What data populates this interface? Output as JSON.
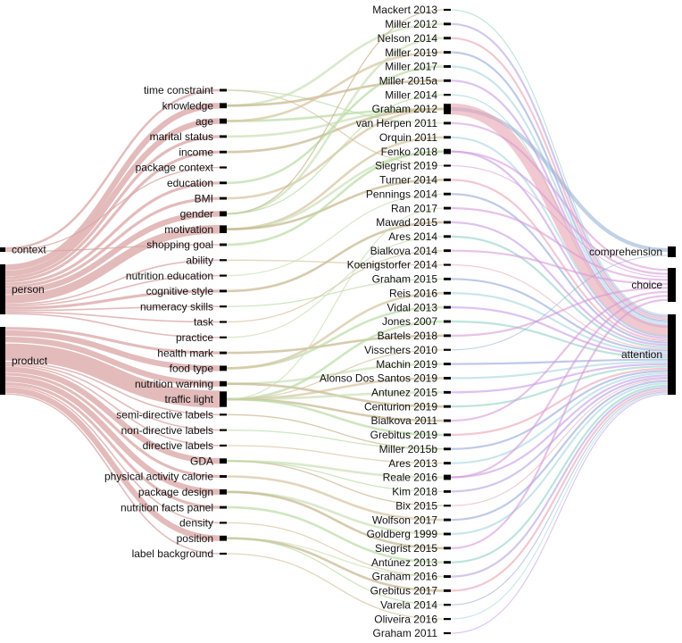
{
  "diagram": {
    "type": "sankey",
    "columns": {
      "level1": [
        {
          "id": "context",
          "label": "context"
        },
        {
          "id": "person",
          "label": "person"
        },
        {
          "id": "product",
          "label": "product"
        }
      ],
      "factors": [
        {
          "id": "time constraint",
          "label": "time constraint"
        },
        {
          "id": "knowledge",
          "label": "knowledge"
        },
        {
          "id": "age",
          "label": "age"
        },
        {
          "id": "marital status",
          "label": "marital status"
        },
        {
          "id": "income",
          "label": "income"
        },
        {
          "id": "package context",
          "label": "package context"
        },
        {
          "id": "education",
          "label": "education"
        },
        {
          "id": "BMI",
          "label": "BMI"
        },
        {
          "id": "gender",
          "label": "gender"
        },
        {
          "id": "motivation",
          "label": "motivation"
        },
        {
          "id": "shopping goal",
          "label": "shopping goal"
        },
        {
          "id": "ability",
          "label": "ability"
        },
        {
          "id": "nutrition education",
          "label": "nutrition education"
        },
        {
          "id": "cognitive style",
          "label": "cognitive style"
        },
        {
          "id": "numeracy skills",
          "label": "numeracy skills"
        },
        {
          "id": "task",
          "label": "task"
        },
        {
          "id": "practice",
          "label": "practice"
        },
        {
          "id": "health mark",
          "label": "health mark"
        },
        {
          "id": "food type",
          "label": "food type"
        },
        {
          "id": "nutrition warning",
          "label": "nutrition warning"
        },
        {
          "id": "traffic light",
          "label": "traffic light"
        },
        {
          "id": "semi-directive labels",
          "label": "semi-directive labels"
        },
        {
          "id": "non-directive labels",
          "label": "non-directive labels"
        },
        {
          "id": "directive labels",
          "label": "directive labels"
        },
        {
          "id": "GDA",
          "label": "GDA"
        },
        {
          "id": "physical activity calorie",
          "label": "physical activity calorie"
        },
        {
          "id": "package design",
          "label": "package design"
        },
        {
          "id": "nutrition facts panel",
          "label": "nutrition facts panel"
        },
        {
          "id": "density",
          "label": "density"
        },
        {
          "id": "position",
          "label": "position"
        },
        {
          "id": "label background",
          "label": "label background"
        }
      ],
      "studies": [
        {
          "id": "Mackert 2013",
          "label": "Mackert 2013"
        },
        {
          "id": "Miller 2012",
          "label": "Miller 2012"
        },
        {
          "id": "Nelson 2014",
          "label": "Nelson 2014"
        },
        {
          "id": "Miller 2019",
          "label": "Miller 2019"
        },
        {
          "id": "Miller 2017",
          "label": "Miller 2017"
        },
        {
          "id": "Miller 2015a",
          "label": "Miller 2015a"
        },
        {
          "id": "Miller 2014",
          "label": "Miller 2014"
        },
        {
          "id": "Graham 2012",
          "label": "Graham 2012"
        },
        {
          "id": "van Herpen 2011",
          "label": "van Herpen 2011"
        },
        {
          "id": "Orquin 2011",
          "label": "Orquin 2011"
        },
        {
          "id": "Fenko 2018",
          "label": "Fenko 2018"
        },
        {
          "id": "Siegrist 2019",
          "label": "Siegrist 2019"
        },
        {
          "id": "Turner 2014",
          "label": "Turner 2014"
        },
        {
          "id": "Pennings 2014",
          "label": "Pennings 2014"
        },
        {
          "id": "Ran 2017",
          "label": "Ran 2017"
        },
        {
          "id": "Mawad 2015",
          "label": "Mawad 2015"
        },
        {
          "id": "Ares 2014",
          "label": "Ares 2014"
        },
        {
          "id": "Bialkova 2014",
          "label": "Bialkova 2014"
        },
        {
          "id": "Koenigstorfer 2014",
          "label": "Koenigstorfer 2014"
        },
        {
          "id": "Graham 2015",
          "label": "Graham 2015"
        },
        {
          "id": "Reis 2016",
          "label": "Reis 2016"
        },
        {
          "id": "Vidal 2013",
          "label": "Vidal 2013"
        },
        {
          "id": "Jones 2007",
          "label": "Jones 2007"
        },
        {
          "id": "Bartels 2018",
          "label": "Bartels 2018"
        },
        {
          "id": "Visschers 2010",
          "label": "Visschers 2010"
        },
        {
          "id": "Machin 2019",
          "label": "Machin 2019"
        },
        {
          "id": "Alonso Dos Santos 2019",
          "label": "Alonso Dos Santos 2019"
        },
        {
          "id": "Antunez 2015",
          "label": "Antunez 2015"
        },
        {
          "id": "Centurion 2019",
          "label": "Centurion 2019"
        },
        {
          "id": "Bialkova 2011",
          "label": "Bialkova 2011"
        },
        {
          "id": "Grebitus 2019",
          "label": "Grebitus 2019"
        },
        {
          "id": "Miller 2015b",
          "label": "Miller 2015b"
        },
        {
          "id": "Ares 2013",
          "label": "Ares 2013"
        },
        {
          "id": "Reale 2016",
          "label": "Reale 2016"
        },
        {
          "id": "Kim 2018",
          "label": "Kim 2018"
        },
        {
          "id": "Bix 2015",
          "label": "Bix 2015"
        },
        {
          "id": "Wolfson 2017",
          "label": "Wolfson 2017"
        },
        {
          "id": "Goldberg 1999",
          "label": "Goldberg 1999"
        },
        {
          "id": "Siegrist 2015",
          "label": "Siegrist 2015"
        },
        {
          "id": "Antúnez 2013",
          "label": "Antúnez 2013"
        },
        {
          "id": "Graham 2016",
          "label": "Graham 2016"
        },
        {
          "id": "Grebitus 2017",
          "label": "Grebitus 2017"
        },
        {
          "id": "Varela 2014",
          "label": "Varela 2014"
        },
        {
          "id": "Oliveira 2016",
          "label": "Oliveira 2016"
        },
        {
          "id": "Graham 2011",
          "label": "Graham 2011"
        }
      ],
      "outcomes": [
        {
          "id": "comprehension",
          "label": "comprehension"
        },
        {
          "id": "choice",
          "label": "choice"
        },
        {
          "id": "attention",
          "label": "attention"
        }
      ]
    },
    "node_values": {
      "context": 2,
      "person": 20,
      "product": 27,
      "time constraint": 1,
      "knowledge": 2,
      "age": 2,
      "marital status": 1,
      "income": 1,
      "package context": 0.5,
      "education": 1,
      "BMI": 1,
      "gender": 2,
      "motivation": 3,
      "shopping goal": 1,
      "ability": 0.5,
      "nutrition education": 0.5,
      "cognitive style": 1,
      "numeracy skills": 0.5,
      "task": 0.5,
      "practice": 0.5,
      "health mark": 1,
      "food type": 2,
      "nutrition warning": 2,
      "traffic light": 6,
      "semi-directive labels": 0.5,
      "non-directive labels": 0.5,
      "directive labels": 0.5,
      "GDA": 2,
      "physical activity calorie": 1,
      "package design": 2,
      "nutrition facts panel": 1,
      "density": 0.5,
      "position": 2,
      "label background": 0.5,
      "Mackert 2013": 0.5,
      "Miller 2012": 1,
      "Nelson 2014": 1,
      "Miller 2019": 1,
      "Miller 2017": 1,
      "Miller 2015a": 1,
      "Miller 2014": 0.5,
      "Graham 2012": 4,
      "van Herpen 2011": 1,
      "Orquin 2011": 1,
      "Fenko 2018": 2,
      "Siegrist 2019": 0.5,
      "Turner 2014": 1,
      "Pennings 2014": 1,
      "Ran 2017": 1,
      "Mawad 2015": 1,
      "Ares 2014": 1,
      "Bialkova 2014": 1,
      "Koenigstorfer 2014": 0.5,
      "Graham 2015": 1,
      "Reis 2016": 1,
      "Vidal 2013": 1,
      "Jones 2007": 1,
      "Bartels 2018": 1,
      "Visschers 2010": 0.5,
      "Machin 2019": 1,
      "Alonso Dos Santos 2019": 1,
      "Antunez 2015": 1,
      "Centurion 2019": 1,
      "Bialkova 2011": 1,
      "Grebitus 2019": 1,
      "Miller 2015b": 1,
      "Ares 2013": 1,
      "Reale 2016": 2,
      "Kim 2018": 1,
      "Bix 2015": 0.5,
      "Wolfson 2017": 1,
      "Goldberg 1999": 1,
      "Siegrist 2015": 1,
      "Antúnez 2013": 1,
      "Graham 2016": 1,
      "Grebitus 2017": 1,
      "Varela 2014": 0.5,
      "Oliveira 2016": 0.5,
      "Graham 2011": 0.5,
      "comprehension": 2,
      "choice": 6,
      "attention": 14
    },
    "links_level1_to_factor": [
      [
        "context",
        "time constraint",
        1
      ],
      [
        "context",
        "package context",
        0.5
      ],
      [
        "context",
        "shopping goal",
        0.5
      ],
      [
        "person",
        "knowledge",
        2
      ],
      [
        "person",
        "age",
        2
      ],
      [
        "person",
        "marital status",
        1
      ],
      [
        "person",
        "income",
        1
      ],
      [
        "person",
        "education",
        1
      ],
      [
        "person",
        "BMI",
        1
      ],
      [
        "person",
        "gender",
        2
      ],
      [
        "person",
        "motivation",
        3
      ],
      [
        "person",
        "ability",
        0.5
      ],
      [
        "person",
        "nutrition education",
        0.5
      ],
      [
        "person",
        "cognitive style",
        1
      ],
      [
        "person",
        "numeracy skills",
        0.5
      ],
      [
        "person",
        "task",
        0.5
      ],
      [
        "person",
        "practice",
        0.5
      ],
      [
        "product",
        "health mark",
        1
      ],
      [
        "product",
        "food type",
        2
      ],
      [
        "product",
        "nutrition warning",
        2
      ],
      [
        "product",
        "traffic light",
        6
      ],
      [
        "product",
        "semi-directive labels",
        0.5
      ],
      [
        "product",
        "non-directive labels",
        0.5
      ],
      [
        "product",
        "directive labels",
        0.5
      ],
      [
        "product",
        "GDA",
        2
      ],
      [
        "product",
        "physical activity calorie",
        1
      ],
      [
        "product",
        "package design",
        2
      ],
      [
        "product",
        "nutrition facts panel",
        1
      ],
      [
        "product",
        "density",
        0.5
      ],
      [
        "product",
        "position",
        2
      ],
      [
        "product",
        "label background",
        0.5
      ]
    ],
    "links_factor_to_study": [
      [
        "time constraint",
        "van Herpen 2011",
        0.5
      ],
      [
        "time constraint",
        "Siegrist 2019",
        0.5
      ],
      [
        "knowledge",
        "Miller 2012",
        1
      ],
      [
        "knowledge",
        "Miller 2015a",
        1
      ],
      [
        "age",
        "Graham 2012",
        1
      ],
      [
        "age",
        "Miller 2019",
        1
      ],
      [
        "marital status",
        "Graham 2012",
        1
      ],
      [
        "income",
        "Graham 2012",
        1
      ],
      [
        "education",
        "Miller 2017",
        1
      ],
      [
        "BMI",
        "Graham 2012",
        1
      ],
      [
        "gender",
        "Nelson 2014",
        1
      ],
      [
        "gender",
        "Mackert 2013",
        0.5
      ],
      [
        "gender",
        "Miller 2014",
        0.5
      ],
      [
        "motivation",
        "Orquin 2011",
        1
      ],
      [
        "motivation",
        "Fenko 2018",
        1
      ],
      [
        "motivation",
        "Turner 2014",
        1
      ],
      [
        "shopping goal",
        "Fenko 2018",
        1
      ],
      [
        "ability",
        "Koenigstorfer 2014",
        0.5
      ],
      [
        "nutrition education",
        "Pennings 2014",
        0.5
      ],
      [
        "cognitive style",
        "Mawad 2015",
        1
      ],
      [
        "numeracy skills",
        "Graham 2015",
        0.5
      ],
      [
        "task",
        "Bialkova 2014",
        0.5
      ],
      [
        "practice",
        "Ares 2014",
        0.5
      ],
      [
        "health mark",
        "Bartels 2018",
        1
      ],
      [
        "food type",
        "Vidal 2013",
        1
      ],
      [
        "food type",
        "Reis 2016",
        1
      ],
      [
        "nutrition warning",
        "Machin 2019",
        1
      ],
      [
        "nutrition warning",
        "Centurion 2019",
        1
      ],
      [
        "traffic light",
        "Jones 2007",
        1
      ],
      [
        "traffic light",
        "Alonso Dos Santos 2019",
        1
      ],
      [
        "traffic light",
        "Antunez 2015",
        1
      ],
      [
        "traffic light",
        "Bialkova 2011",
        1
      ],
      [
        "traffic light",
        "Grebitus 2019",
        1
      ],
      [
        "traffic light",
        "Visschers 2010",
        0.5
      ],
      [
        "traffic light",
        "Ran 2017",
        0.5
      ],
      [
        "semi-directive labels",
        "Miller 2015b",
        0.5
      ],
      [
        "non-directive labels",
        "Miller 2015b",
        0.5
      ],
      [
        "directive labels",
        "Ares 2013",
        0.5
      ],
      [
        "GDA",
        "Reale 2016",
        1
      ],
      [
        "GDA",
        "Bix 2015",
        0.5
      ],
      [
        "GDA",
        "Kim 2018",
        0.5
      ],
      [
        "physical activity calorie",
        "Wolfson 2017",
        1
      ],
      [
        "package design",
        "Goldberg 1999",
        1
      ],
      [
        "package design",
        "Siegrist 2015",
        1
      ],
      [
        "nutrition facts panel",
        "Antúnez 2013",
        1
      ],
      [
        "density",
        "Graham 2016",
        0.5
      ],
      [
        "position",
        "Graham 2016",
        0.5
      ],
      [
        "position",
        "Grebitus 2017",
        1
      ],
      [
        "position",
        "Varela 2014",
        0.5
      ],
      [
        "label background",
        "Oliveira 2016",
        0.5
      ]
    ],
    "links_study_to_outcome": [
      [
        "Mackert 2013",
        "attention",
        0.5
      ],
      [
        "Miller 2012",
        "attention",
        1
      ],
      [
        "Nelson 2014",
        "attention",
        1
      ],
      [
        "Miller 2019",
        "attention",
        1
      ],
      [
        "Miller 2017",
        "attention",
        1
      ],
      [
        "Miller 2015a",
        "attention",
        1
      ],
      [
        "Miller 2014",
        "attention",
        0.5
      ],
      [
        "Graham 2012",
        "comprehension",
        1
      ],
      [
        "Graham 2012",
        "attention",
        3
      ],
      [
        "van Herpen 2011",
        "choice",
        1
      ],
      [
        "Orquin 2011",
        "attention",
        1
      ],
      [
        "Fenko 2018",
        "attention",
        1
      ],
      [
        "Fenko 2018",
        "choice",
        1
      ],
      [
        "Siegrist 2019",
        "choice",
        0.5
      ],
      [
        "Turner 2014",
        "attention",
        1
      ],
      [
        "Pennings 2014",
        "attention",
        1
      ],
      [
        "Ran 2017",
        "choice",
        1
      ],
      [
        "Mawad 2015",
        "attention",
        1
      ],
      [
        "Ares 2014",
        "attention",
        1
      ],
      [
        "Bialkova 2014",
        "choice",
        1
      ],
      [
        "Koenigstorfer 2014",
        "attention",
        0.5
      ],
      [
        "Graham 2015",
        "attention",
        1
      ],
      [
        "Reis 2016",
        "attention",
        1
      ],
      [
        "Vidal 2013",
        "attention",
        1
      ],
      [
        "Jones 2007",
        "attention",
        1
      ],
      [
        "Bartels 2018",
        "choice",
        1
      ],
      [
        "Visschers 2010",
        "comprehension",
        0.5
      ],
      [
        "Machin 2019",
        "attention",
        1
      ],
      [
        "Alonso Dos Santos 2019",
        "attention",
        1
      ],
      [
        "Antunez 2015",
        "attention",
        1
      ],
      [
        "Centurion 2019",
        "attention",
        1
      ],
      [
        "Bialkova 2011",
        "choice",
        1
      ],
      [
        "Grebitus 2019",
        "attention",
        1
      ],
      [
        "Miller 2015b",
        "attention",
        1
      ],
      [
        "Ares 2013",
        "attention",
        1
      ],
      [
        "Reale 2016",
        "attention",
        1
      ],
      [
        "Reale 2016",
        "choice",
        1
      ],
      [
        "Kim 2018",
        "attention",
        1
      ],
      [
        "Bix 2015",
        "attention",
        0.5
      ],
      [
        "Wolfson 2017",
        "attention",
        1
      ],
      [
        "Goldberg 1999",
        "attention",
        1
      ],
      [
        "Siegrist 2015",
        "choice",
        1
      ],
      [
        "Antúnez 2013",
        "attention",
        1
      ],
      [
        "Graham 2016",
        "attention",
        1
      ],
      [
        "Grebitus 2017",
        "attention",
        1
      ],
      [
        "Varela 2014",
        "attention",
        0.5
      ],
      [
        "Oliveira 2016",
        "attention",
        0.5
      ],
      [
        "Graham 2011",
        "attention",
        0.5
      ]
    ],
    "colors": {
      "context": "#d9a4a4",
      "person": "#d9a4a4",
      "product": "#d9a4a4",
      "factor_links": [
        "#b9dba5",
        "#d6c39e",
        "#cbe0b6",
        "#c6b58c"
      ],
      "comprehension": "#9bb2d4",
      "choice": "#d79ad8",
      "attention_palette": [
        "#8fd0c4",
        "#b6a2e0",
        "#e7a4b0",
        "#95a6da",
        "#a6d6de",
        "#c79ae6"
      ]
    }
  }
}
